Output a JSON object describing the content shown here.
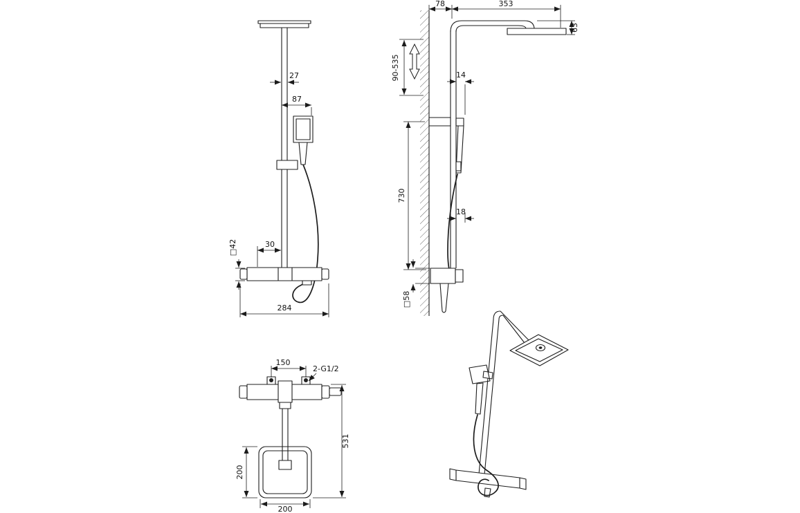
{
  "colors": {
    "line": "#1c1c1c",
    "background": "#ffffff"
  },
  "icons": {
    "height_adjust_arrow": "vertical-double-arrow"
  },
  "views": {
    "front": {
      "dims": {
        "pipe_width": "27",
        "handset_offset": "87",
        "valve_to_pipe": "30",
        "valve_profile": "□42",
        "overall_width": "284"
      }
    },
    "side": {
      "dims": {
        "wall_to_pipe": "78",
        "arm_reach": "353",
        "head_drop": "63",
        "adjustable_range": "90-535",
        "upper_offset": "14",
        "riser_height": "730",
        "lower_offset": "18",
        "valve_profile": "□58"
      }
    },
    "plan": {
      "dims": {
        "inlet_spacing": "150",
        "connection_thread": "2-G1/2",
        "overall_projection": "531",
        "head_depth": "200",
        "head_width": "200"
      }
    }
  }
}
